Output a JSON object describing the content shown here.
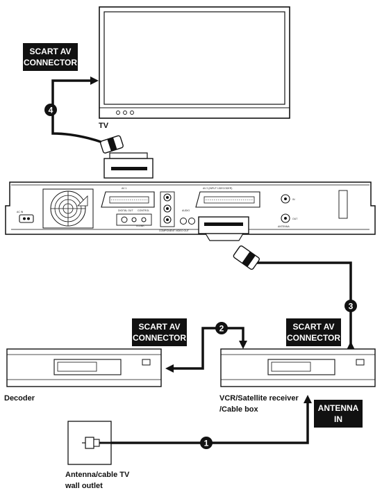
{
  "labels": {
    "tv": "TV",
    "decoder": "Decoder",
    "vcr_line1": "VCR/Satellite receiver",
    "vcr_line2": "/Cable box",
    "outlet_line1": "Antenna/cable TV",
    "outlet_line2": "wall outlet"
  },
  "tags": {
    "scart_tv_line1": "SCART AV",
    "scart_tv_line2": "CONNECTOR",
    "scart_decoder_line1": "SCART AV",
    "scart_decoder_line2": "CONNECTOR",
    "scart_vcr_line1": "SCART AV",
    "scart_vcr_line2": "CONNECTOR",
    "antenna_line1": "ANTENNA",
    "antenna_line2": "IN"
  },
  "steps": {
    "one": "1",
    "two": "2",
    "three": "3",
    "four": "4"
  },
  "recorder_panel": {
    "ac_in": "AC IN",
    "av1": "AV 1",
    "av2": "AV 2 (INPUT 1/DECODER)",
    "digital_out": "DIGITAL OUT",
    "control": "CONTROL",
    "in_label": "IN",
    "out_label": "OUT",
    "antenna": "ANTENNA",
    "component": "COMPONENT VIDEO OUT",
    "audio": "AUDIO",
    "g_link": "G-LINK"
  }
}
